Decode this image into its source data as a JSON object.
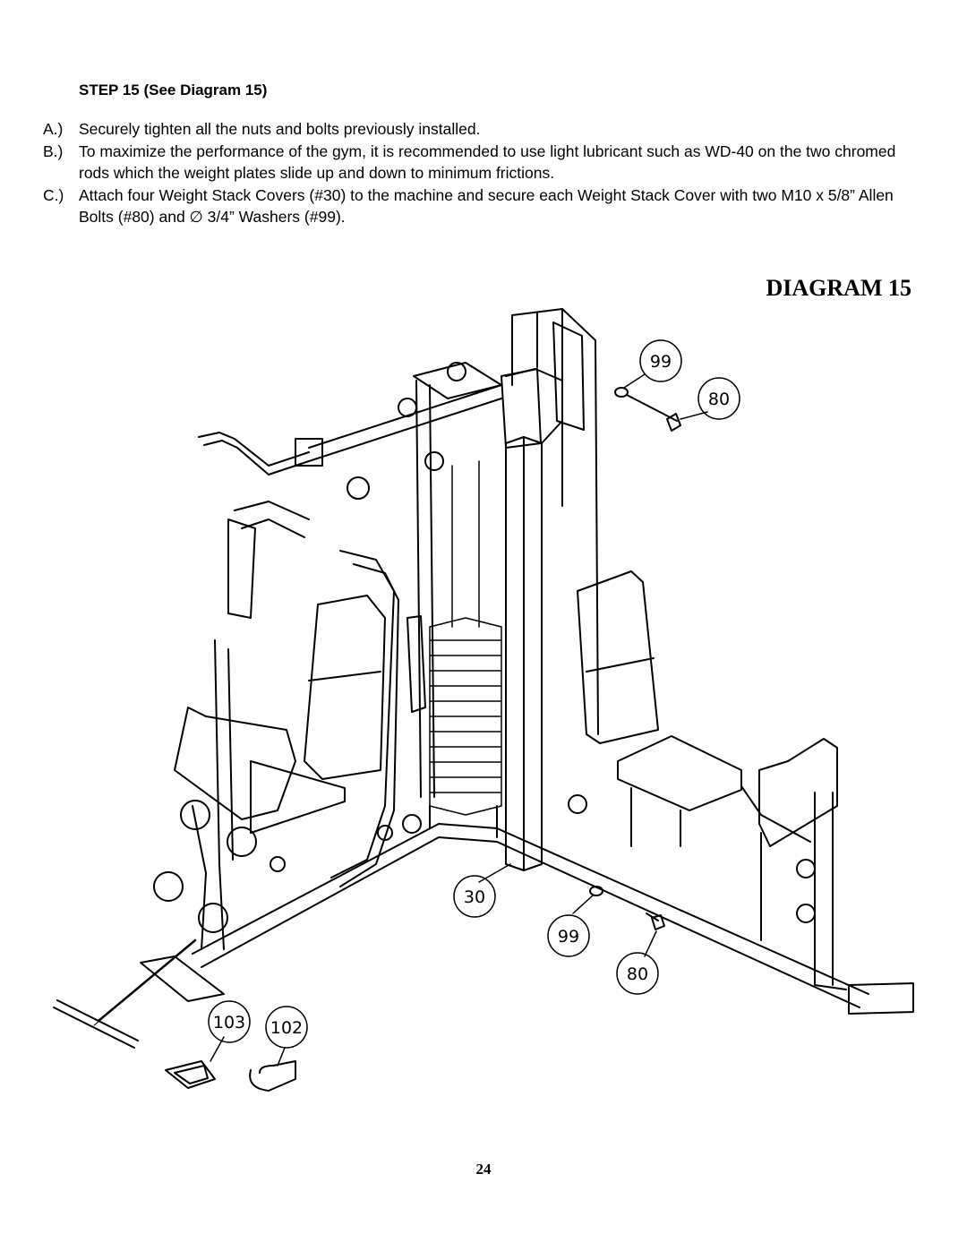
{
  "step": {
    "heading": "STEP 15   (See Diagram 15)"
  },
  "instructions": [
    {
      "letter": "A.)",
      "text": "Securely tighten all the nuts and bolts previously installed."
    },
    {
      "letter": "B.)",
      "text": "To maximize the performance of the gym, it is recommended to use light lubricant such as WD-40 on the two chromed rods which the weight plates slide up and down to minimum frictions."
    },
    {
      "letter": "C.)",
      "text": "Attach four Weight Stack Covers (#30) to the machine and secure each Weight Stack Cover with two M10 x 5/8” Allen Bolts (#80) and ∅ 3/4” Washers (#99)."
    }
  ],
  "diagram": {
    "title": "DIAGRAM 15",
    "callouts": {
      "washer_top": "99",
      "bolt_top": "80",
      "cover": "30",
      "washer_bottom": "99",
      "bolt_bottom": "80",
      "handle": "103",
      "strap": "102"
    }
  },
  "page_number": "24"
}
